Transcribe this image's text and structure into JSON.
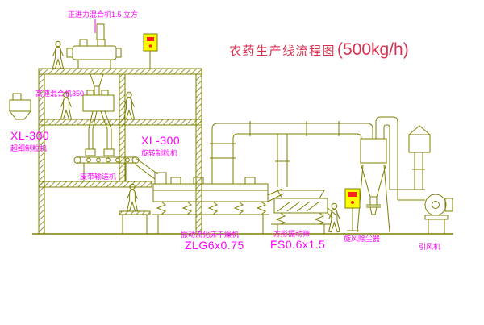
{
  "title": {
    "text": "农药生产线流程图",
    "capacity": "(500kg/h)"
  },
  "equipment_labels": {
    "top_mixer": "正进力混合机1.5 立方",
    "high_speed_mixer": "高速混合机350",
    "fine_granulator_model": "XL-300",
    "fine_granulator_name": "超细制粒机",
    "rotary_granulator_model": "XL-300",
    "rotary_granulator_name": "旋转制粒机",
    "belt_conveyor": "皮带输送机",
    "fluid_bed_dryer_name": "振动流化床干燥机",
    "fluid_bed_dryer_model": "ZLG6x0.75",
    "square_vibrating_sieve_name": "方形振动筛",
    "square_vibrating_sieve_model": "FS0.6x1.5",
    "cyclone_dust_collector": "旋风除尘器",
    "induced_draft_fan": "引风机"
  },
  "colors": {
    "background": "#ffffff",
    "drawing_line": "#7f7f00",
    "label_text": "#ff00ff",
    "title_text": "#d93050",
    "panel_fill": "#ffff00",
    "panel_mark": "#ff2222"
  }
}
